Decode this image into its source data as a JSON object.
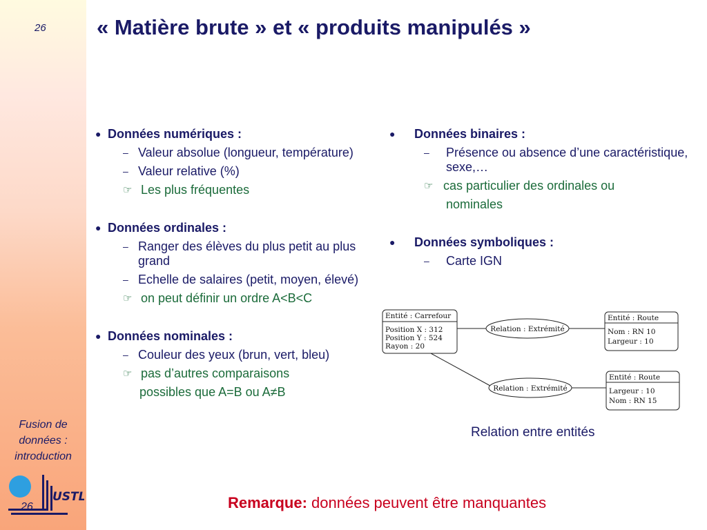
{
  "slide": {
    "page_number": "26",
    "title": "« Matière brute » et « produits manipulés »",
    "sidebar_caption": [
      "Fusion de",
      "données :",
      "introduction"
    ],
    "logo_text": "USTL",
    "logo_number": "26"
  },
  "left": {
    "numeric": {
      "heading": "Données numériques :",
      "items": [
        "Valeur absolue (longueur, température)",
        " Valeur relative (%)"
      ],
      "note": "Les plus fréquentes"
    },
    "ordinal": {
      "heading": "Données ordinales :",
      "items": [
        "Ranger des élèves du plus petit au plus grand",
        "Echelle de salaires (petit, moyen, élevé)"
      ],
      "note": "on peut définir un ordre A<B<C"
    },
    "nominal": {
      "heading": "Données nominales :",
      "items": [
        "Couleur des yeux (brun, vert, bleu)"
      ],
      "note": "pas d’autres comparaisons",
      "note_cont": "possibles que A=B ou A≠B"
    }
  },
  "right": {
    "binary": {
      "heading": "Données binaires :",
      "items": [
        "Présence ou absence d’une caractéristique, sexe,…"
      ],
      "note": "cas particulier des ordinales ou",
      "note_cont": "nominales"
    },
    "symbolic": {
      "heading": "Données symboliques :",
      "items": [
        "Carte IGN"
      ]
    }
  },
  "diagram": {
    "entity_carrefour": {
      "header": "Entité : Carrefour",
      "lines": [
        "Position X : 312",
        "Position Y : 524",
        "Rayon : 20"
      ]
    },
    "relation_top": "Relation : Extrémité",
    "relation_bottom": "Relation : Extrémité",
    "route_top": {
      "header": "Entité : Route",
      "lines": [
        "Nom : RN 10",
        "Largeur : 10"
      ]
    },
    "route_bottom": {
      "header": "Entité : Route",
      "lines": [
        "Largeur : 10",
        "Nom : RN 15"
      ]
    },
    "caption": "Relation entre entités"
  },
  "remark": {
    "label": "Remarque:",
    "text": " données peuvent être manquantes"
  },
  "colors": {
    "text": "#1a1a66",
    "note": "#1b6b3a",
    "remark": "#c8001e",
    "logo_circle": "#2e9fe0"
  },
  "icons": {
    "bullet": "bullet-dot-icon",
    "dash": "en-dash-icon",
    "note": "pointing-hand-icon"
  }
}
